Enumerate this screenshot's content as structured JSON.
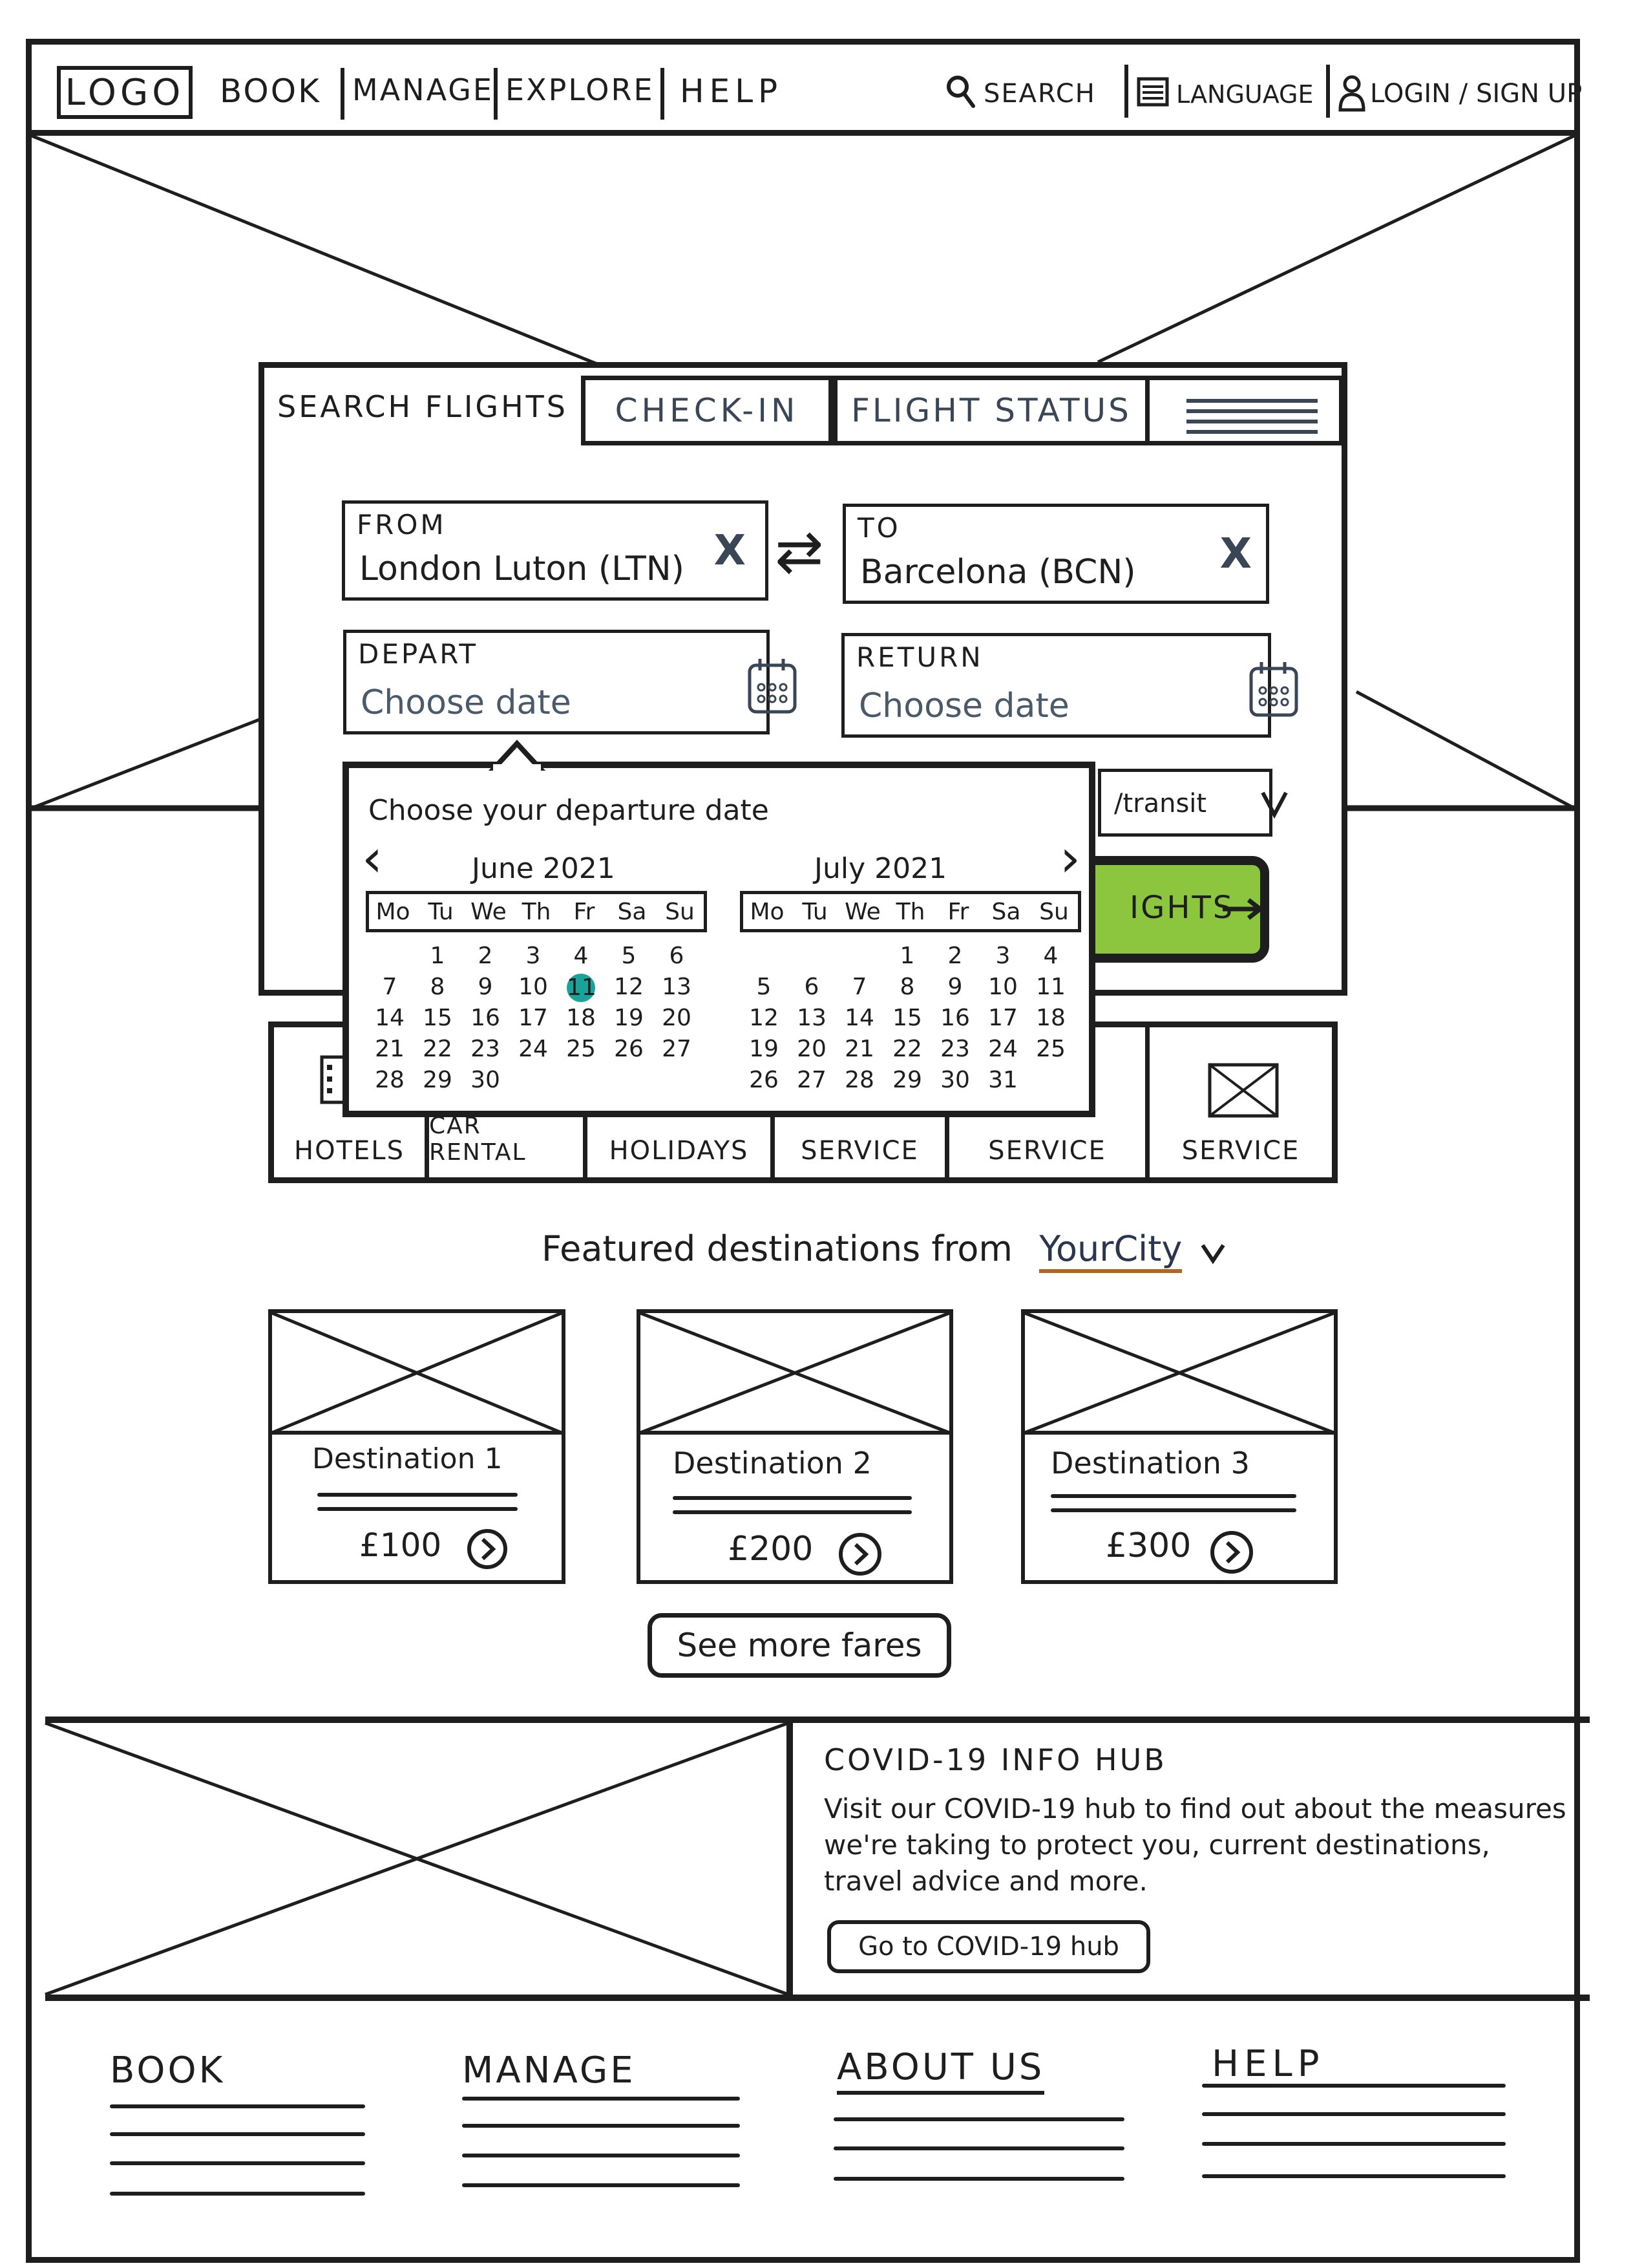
{
  "header": {
    "logo": "LOGO",
    "nav": [
      "BOOK",
      "MANAGE",
      "EXPLORE",
      "HELP"
    ],
    "search_label": "SEARCH",
    "language_label": "LANGUAGE",
    "login_label": "LOGIN / SIGN UP"
  },
  "booking": {
    "tabs": [
      "SEARCH FLIGHTS",
      "CHECK-IN",
      "FLIGHT STATUS"
    ],
    "from": {
      "label": "FROM",
      "value": "London Luton (LTN)"
    },
    "to": {
      "label": "TO",
      "value": "Barcelona (BCN)"
    },
    "depart": {
      "label": "DEPART",
      "placeholder": "Choose date"
    },
    "return": {
      "label": "RETURN",
      "placeholder": "Choose date"
    },
    "transit_partial": "/transit",
    "search_partial": "IGHTS",
    "clear_symbol": "X",
    "swap_symbol": "⇄"
  },
  "datepicker": {
    "title": "Choose your departure date",
    "weekdays": [
      "Mo",
      "Tu",
      "We",
      "Th",
      "Fr",
      "Sa",
      "Su"
    ],
    "months": [
      {
        "name": "June 2021",
        "days": [
          "",
          "1",
          "2",
          "3",
          "4",
          "5",
          "6",
          "7",
          "8",
          "9",
          "10",
          "11",
          "12",
          "13",
          "14",
          "15",
          "16",
          "17",
          "18",
          "19",
          "20",
          "21",
          "22",
          "23",
          "24",
          "25",
          "26",
          "27",
          "28",
          "29",
          "30"
        ],
        "selected": "11"
      },
      {
        "name": "July 2021",
        "days": [
          "",
          "",
          "",
          "1",
          "2",
          "3",
          "4",
          "5",
          "6",
          "7",
          "8",
          "9",
          "10",
          "11",
          "12",
          "13",
          "14",
          "15",
          "16",
          "17",
          "18",
          "19",
          "20",
          "21",
          "22",
          "23",
          "24",
          "25",
          "26",
          "27",
          "28",
          "29",
          "30",
          "31"
        ]
      }
    ],
    "prev_symbol": "‹",
    "next_symbol": "›"
  },
  "services": [
    "HOTELS",
    "CAR RENTAL",
    "HOLIDAYS",
    "SERVICE",
    "SERVICE",
    "SERVICE"
  ],
  "featured": {
    "heading": "Featured destinations from",
    "city": "YourCity",
    "cards": [
      {
        "name": "Destination 1",
        "price": "£100"
      },
      {
        "name": "Destination 2",
        "price": "£200"
      },
      {
        "name": "Destination 3",
        "price": "£300"
      }
    ],
    "see_more": "See more fares"
  },
  "covid": {
    "title": "COVID-19 INFO HUB",
    "body": "Visit our COVID-19 hub to find out about the measures we're taking to protect you, current destinations, travel advice and more.",
    "button": "Go to COVID-19 hub"
  },
  "footer": {
    "columns": [
      "BOOK",
      "MANAGE",
      "ABOUT US",
      "HELP"
    ]
  },
  "colors": {
    "accent_green": "#8cc63f",
    "selected_day": "#1aa39a",
    "city_underline": "#b5651d"
  }
}
